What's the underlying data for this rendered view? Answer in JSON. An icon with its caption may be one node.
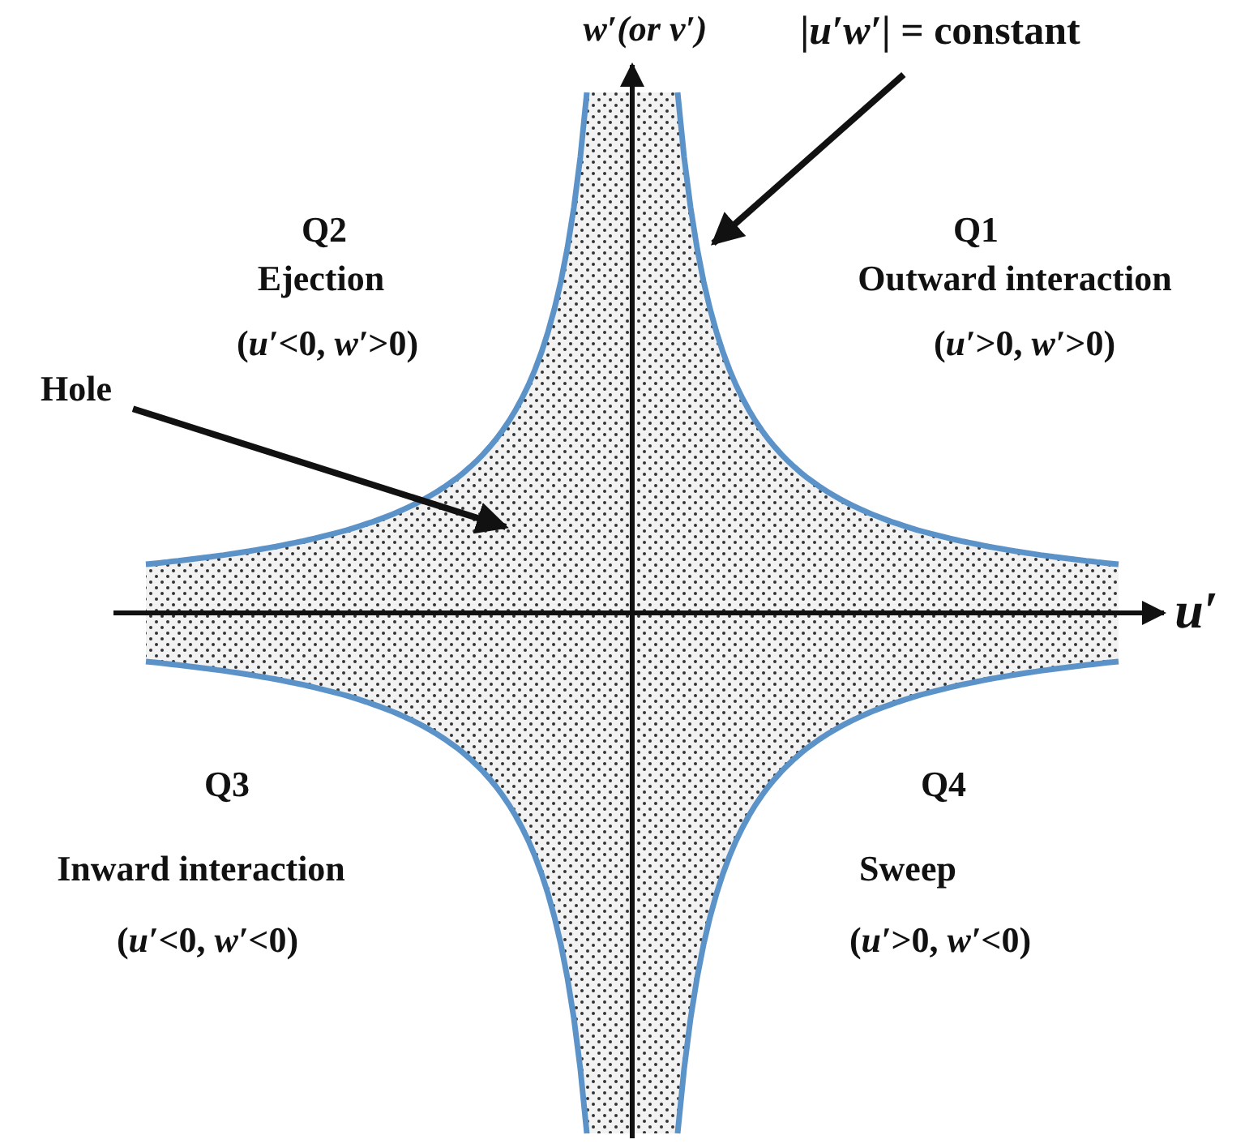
{
  "diagram": {
    "nodes": [
      {
        "text": [
          "Hole"
        ]
      },
      {
        "text": [],
        "shape": "area"
      },
      {
        "text": [
          "|*u′w′*| = constant"
        ]
      }
    ],
    "edges": [
      {
        "from": 0,
        "to": 1,
        "arrow": "to"
      },
      {
        "from": 2,
        "to": 1,
        "arrow": "to"
      }
    ],
    "labels": [
      "w′(or v′)",
      "Q2",
      "Q1",
      "Ejection",
      "Outward interaction",
      "(*u′*<0, *w′*>0)",
      "(*u′*>0, *w′*>0)",
      "u′",
      "Q3",
      "Q4",
      "Inward interaction",
      "Sweep",
      "(*u′*<0, *w′*<0)",
      "(*u′*>0, *w′*<0)"
    ]
  }
}
